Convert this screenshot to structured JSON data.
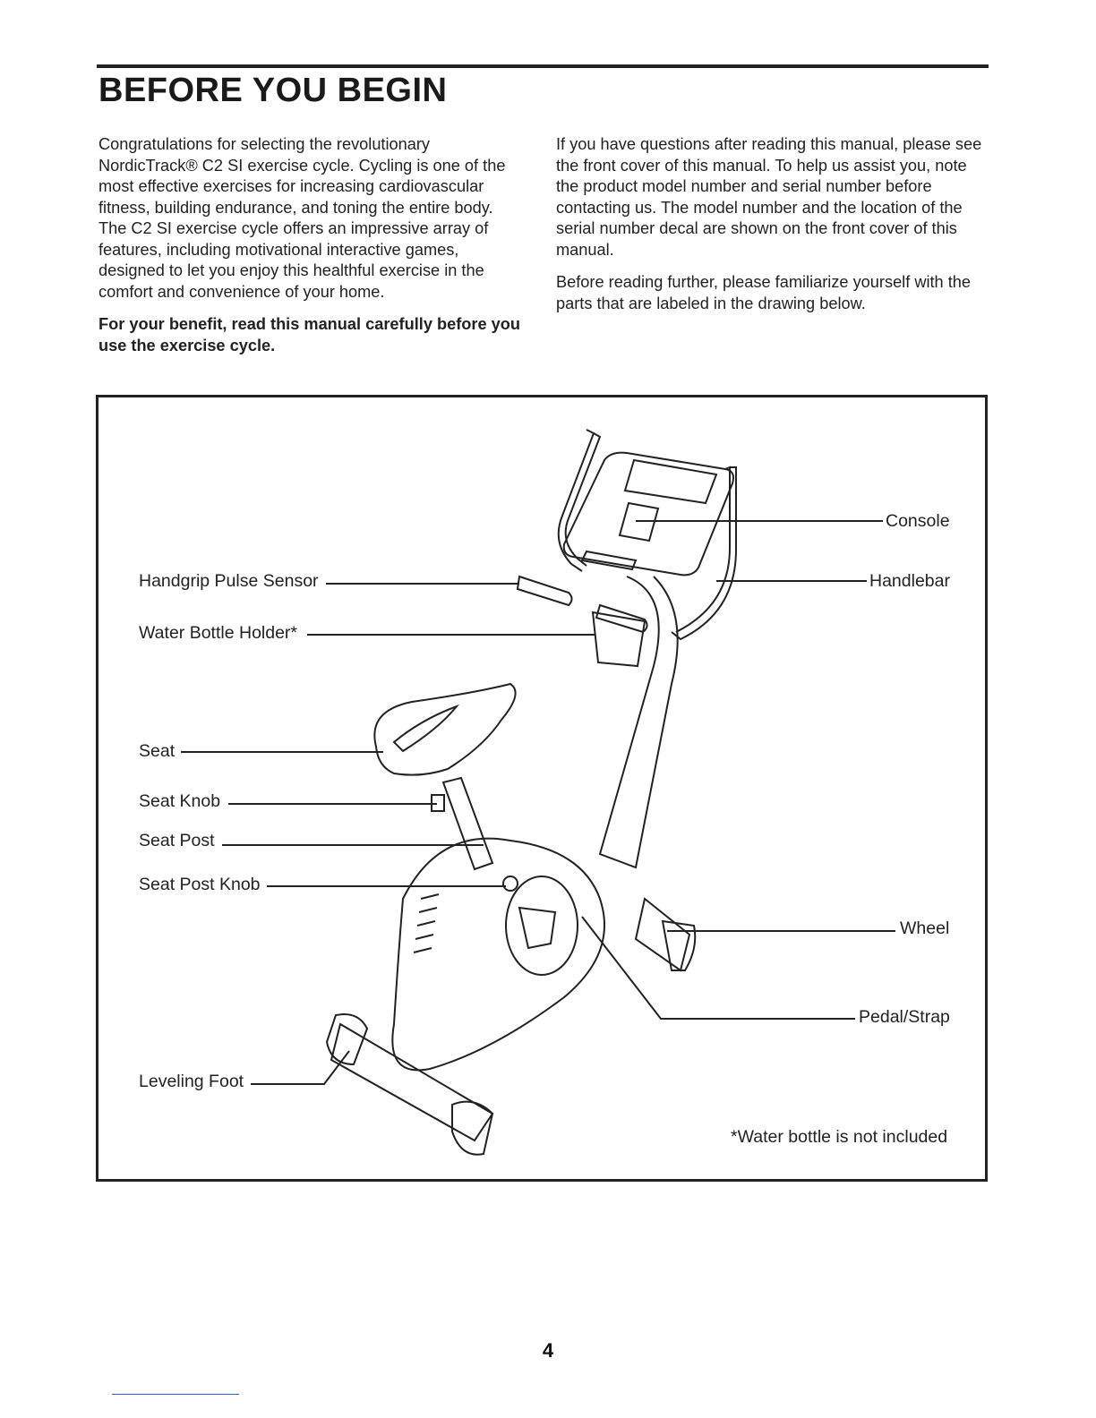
{
  "heading": "BEFORE YOU BEGIN",
  "intro": {
    "paragraph1": "Congratulations for selecting the revolutionary NordicTrack® C2 SI exercise cycle. Cycling is one of the most effective exercises for increasing cardiovascular fitness, building endurance, and toning the entire body. The C2 SI exercise cycle offers an impressive array of features, including motivational interactive games, designed to let you enjoy this healthful exercise in the comfort and convenience of your home.",
    "paragraph2_bold": "For your benefit, read this manual carefully before you use the exercise cycle.",
    "paragraph2_rest": " If you have questions after reading this manual, please see the front cover of this manual. To help us assist you, note the product model number and serial number before contacting us. The model number and the location of the serial number decal are shown on the front cover of this manual.",
    "paragraph3": "Before reading further, please familiarize yourself with the parts that are labeled in the drawing below."
  },
  "figure": {
    "labels": {
      "console": "Console",
      "handlebar": "Handlebar",
      "handgrip_pulse_sensor": "Handgrip Pulse Sensor",
      "water_bottle_holder": "Water Bottle Holder*",
      "seat": "Seat",
      "seat_knob": "Seat Knob",
      "seat_post": "Seat Post",
      "seat_post_knob": "Seat Post Knob",
      "wheel": "Wheel",
      "pedal_strap": "Pedal/Strap",
      "leveling_foot": "Leveling Foot"
    },
    "footnote": "*Water bottle is not included"
  },
  "page_number": "4"
}
